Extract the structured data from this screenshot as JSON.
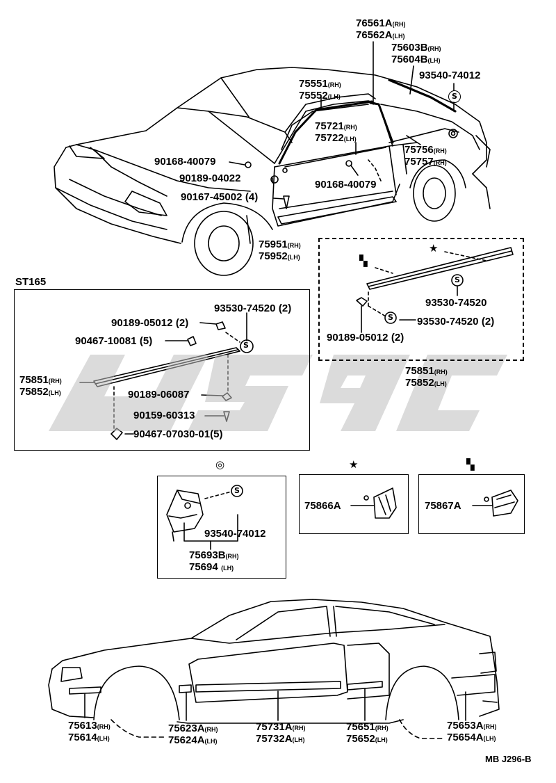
{
  "section_label": "ST165",
  "diagram_code": "MB J296-B",
  "callout_symbols": {
    "circle": "◎",
    "star": "★",
    "checker": "▚",
    "s_mark": "S"
  },
  "watermark_text": "ʊ S 9 C",
  "top": {
    "p76561": {
      "num": "76561A",
      "side": "(RH)"
    },
    "p76562": {
      "num": "76562A",
      "side": "(LH)"
    },
    "p75603": {
      "num": "75603B",
      "side": "(RH)"
    },
    "p75604": {
      "num": "75604B",
      "side": "(LH)"
    },
    "p93540": {
      "num": "93540-74012"
    },
    "p75551": {
      "num": "75551",
      "side": "(RH)"
    },
    "p75552": {
      "num": "75552",
      "side": "(LH)"
    },
    "p75721": {
      "num": "75721",
      "side": "(RH)"
    },
    "p75722": {
      "num": "75722",
      "side": "(LH)"
    },
    "p75756": {
      "num": "75756",
      "side": "(RH)"
    },
    "p75757": {
      "num": "75757",
      "side": "(RH)"
    },
    "p90168a": {
      "num": "90168-40079"
    },
    "p90189a": {
      "num": "90189-04022"
    },
    "p90168b": {
      "num": "90168-40079"
    },
    "p90167": {
      "num": "90167-45002",
      "qty": "(4)"
    },
    "p75951": {
      "num": "75951",
      "side": "(RH)"
    },
    "p75952": {
      "num": "75952",
      "side": "(LH)"
    }
  },
  "st165": {
    "p93530": {
      "num": "93530-74520",
      "qty": "(2)"
    },
    "p90189": {
      "num": "90189-05012",
      "qty": "(2)"
    },
    "p90467a": {
      "num": "90467-10081",
      "qty": "(5)"
    },
    "p75851": {
      "num": "75851",
      "side": "(RH)"
    },
    "p75852": {
      "num": "75852",
      "side": "(LH)"
    },
    "p90189b": {
      "num": "90189-06087"
    },
    "p90159": {
      "num": "90159-60313"
    },
    "p90467b": {
      "num": "90467-07030-01",
      "qty": "(5)"
    }
  },
  "dashed": {
    "p93530a": {
      "num": "93530-74520"
    },
    "p93530b": {
      "num": "93530-74520",
      "qty": "(2)"
    },
    "p90189": {
      "num": "90189-05012",
      "qty": "(2)"
    },
    "p75851": {
      "num": "75851",
      "side": "(RH)"
    },
    "p75852": {
      "num": "75852",
      "side": "(LH)"
    }
  },
  "details": {
    "p93540": {
      "num": "93540-74012"
    },
    "p75693": {
      "num": "75693B",
      "side": "(RH)"
    },
    "p75694": {
      "num": "75694",
      "side": "(LH)"
    },
    "p75866": {
      "num": "75866A"
    },
    "p75867": {
      "num": "75867A"
    }
  },
  "bottom": {
    "p75613": {
      "num": "75613",
      "side": "(RH)"
    },
    "p75614": {
      "num": "75614",
      "side": "(LH)"
    },
    "p75623": {
      "num": "75623A",
      "side": "(RH)"
    },
    "p75624": {
      "num": "75624A",
      "side": "(LH)"
    },
    "p75731": {
      "num": "75731A",
      "side": "(RH)"
    },
    "p75732": {
      "num": "75732A",
      "side": "(LH)"
    },
    "p75651": {
      "num": "75651",
      "side": "(RH)"
    },
    "p75652": {
      "num": "75652",
      "side": "(LH)"
    },
    "p75653": {
      "num": "75653A",
      "side": "(RH)"
    },
    "p75654": {
      "num": "75654A",
      "side": "(LH)"
    }
  }
}
